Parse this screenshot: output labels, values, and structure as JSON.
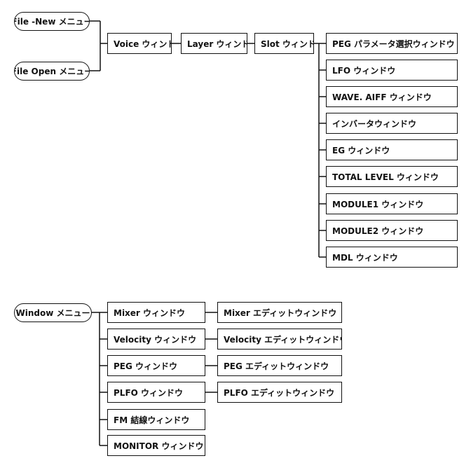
{
  "menus": {
    "file_new": "File -New メニュー",
    "file_open": "File Open メニュー",
    "window": "Window メニュー"
  },
  "top_chain": {
    "voice": "Voice ウィンドウ",
    "layer": "Layer ウィンドウ",
    "slot": "Slot ウィンドウ"
  },
  "slot_children": [
    "PEG パラメータ選択ウィンドウ",
    "LFO ウィンドウ",
    "WAVE. AIFF ウィンドウ",
    "インバータウィンドウ",
    "EG ウィンドウ",
    "TOTAL LEVEL ウィンドウ",
    "MODULE1 ウィンドウ",
    "MODULE2 ウィンドウ",
    "MDL ウィンドウ"
  ],
  "window_children": [
    "Mixer ウィンドウ",
    "Velocity ウィンドウ",
    "PEG ウィンドウ",
    "PLFO ウィンドウ",
    "FM 結線ウィンドウ",
    "MONITOR ウィンドウ"
  ],
  "edit_windows": [
    "Mixer エディットウィンドウ",
    "Velocity エディットウィンドウ",
    "PEG エディットウィンドウ",
    "PLFO エディットウィンドウ"
  ]
}
